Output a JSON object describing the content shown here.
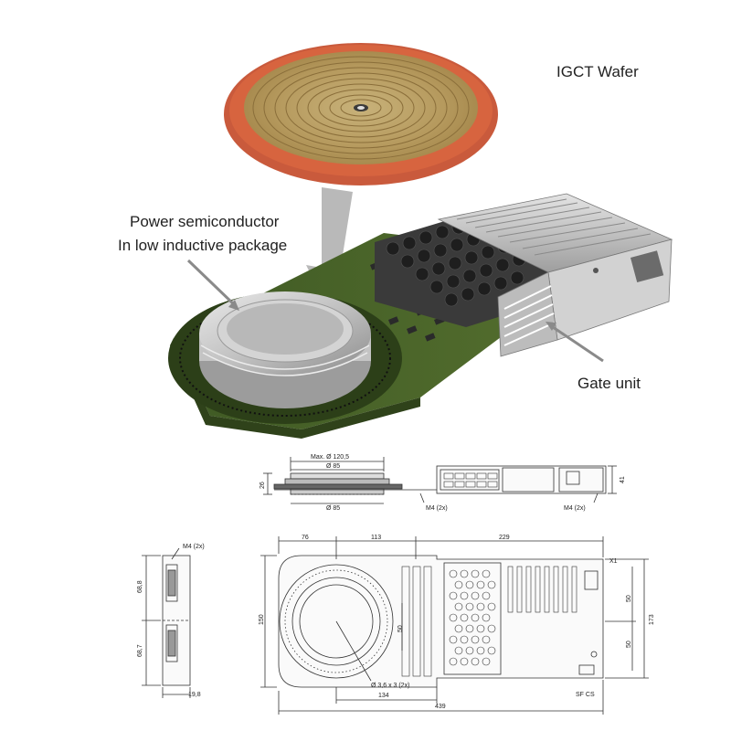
{
  "labels": {
    "wafer": "IGCT Wafer",
    "power_line1": "Power semiconductor",
    "power_line2": "In low inductive package",
    "gate_unit": "Gate unit"
  },
  "side_view": {
    "max_diameter": "Max. Ø 120,5",
    "diameter_top": "Ø 85",
    "diameter_bottom": "Ø 85",
    "height_left": "26",
    "height_right": "41",
    "thread_left": "M4 (2x)",
    "thread_right": "M4 (2x)"
  },
  "end_view": {
    "thread": "M4 (2x)",
    "dim_upper": "68,8",
    "dim_lower": "68,7",
    "dim_width": "19,8"
  },
  "top_view": {
    "dim_76": "76",
    "dim_113": "113",
    "dim_229": "229",
    "dim_150": "150",
    "dim_173": "173",
    "dim_50a": "50",
    "dim_50b": "50",
    "dim_50c": "50",
    "dim_134": "134",
    "dim_439": "439",
    "hole": "Ø 3,6 x 3 (2x)",
    "connector": "X1",
    "terminals": "SF  CS"
  }
}
